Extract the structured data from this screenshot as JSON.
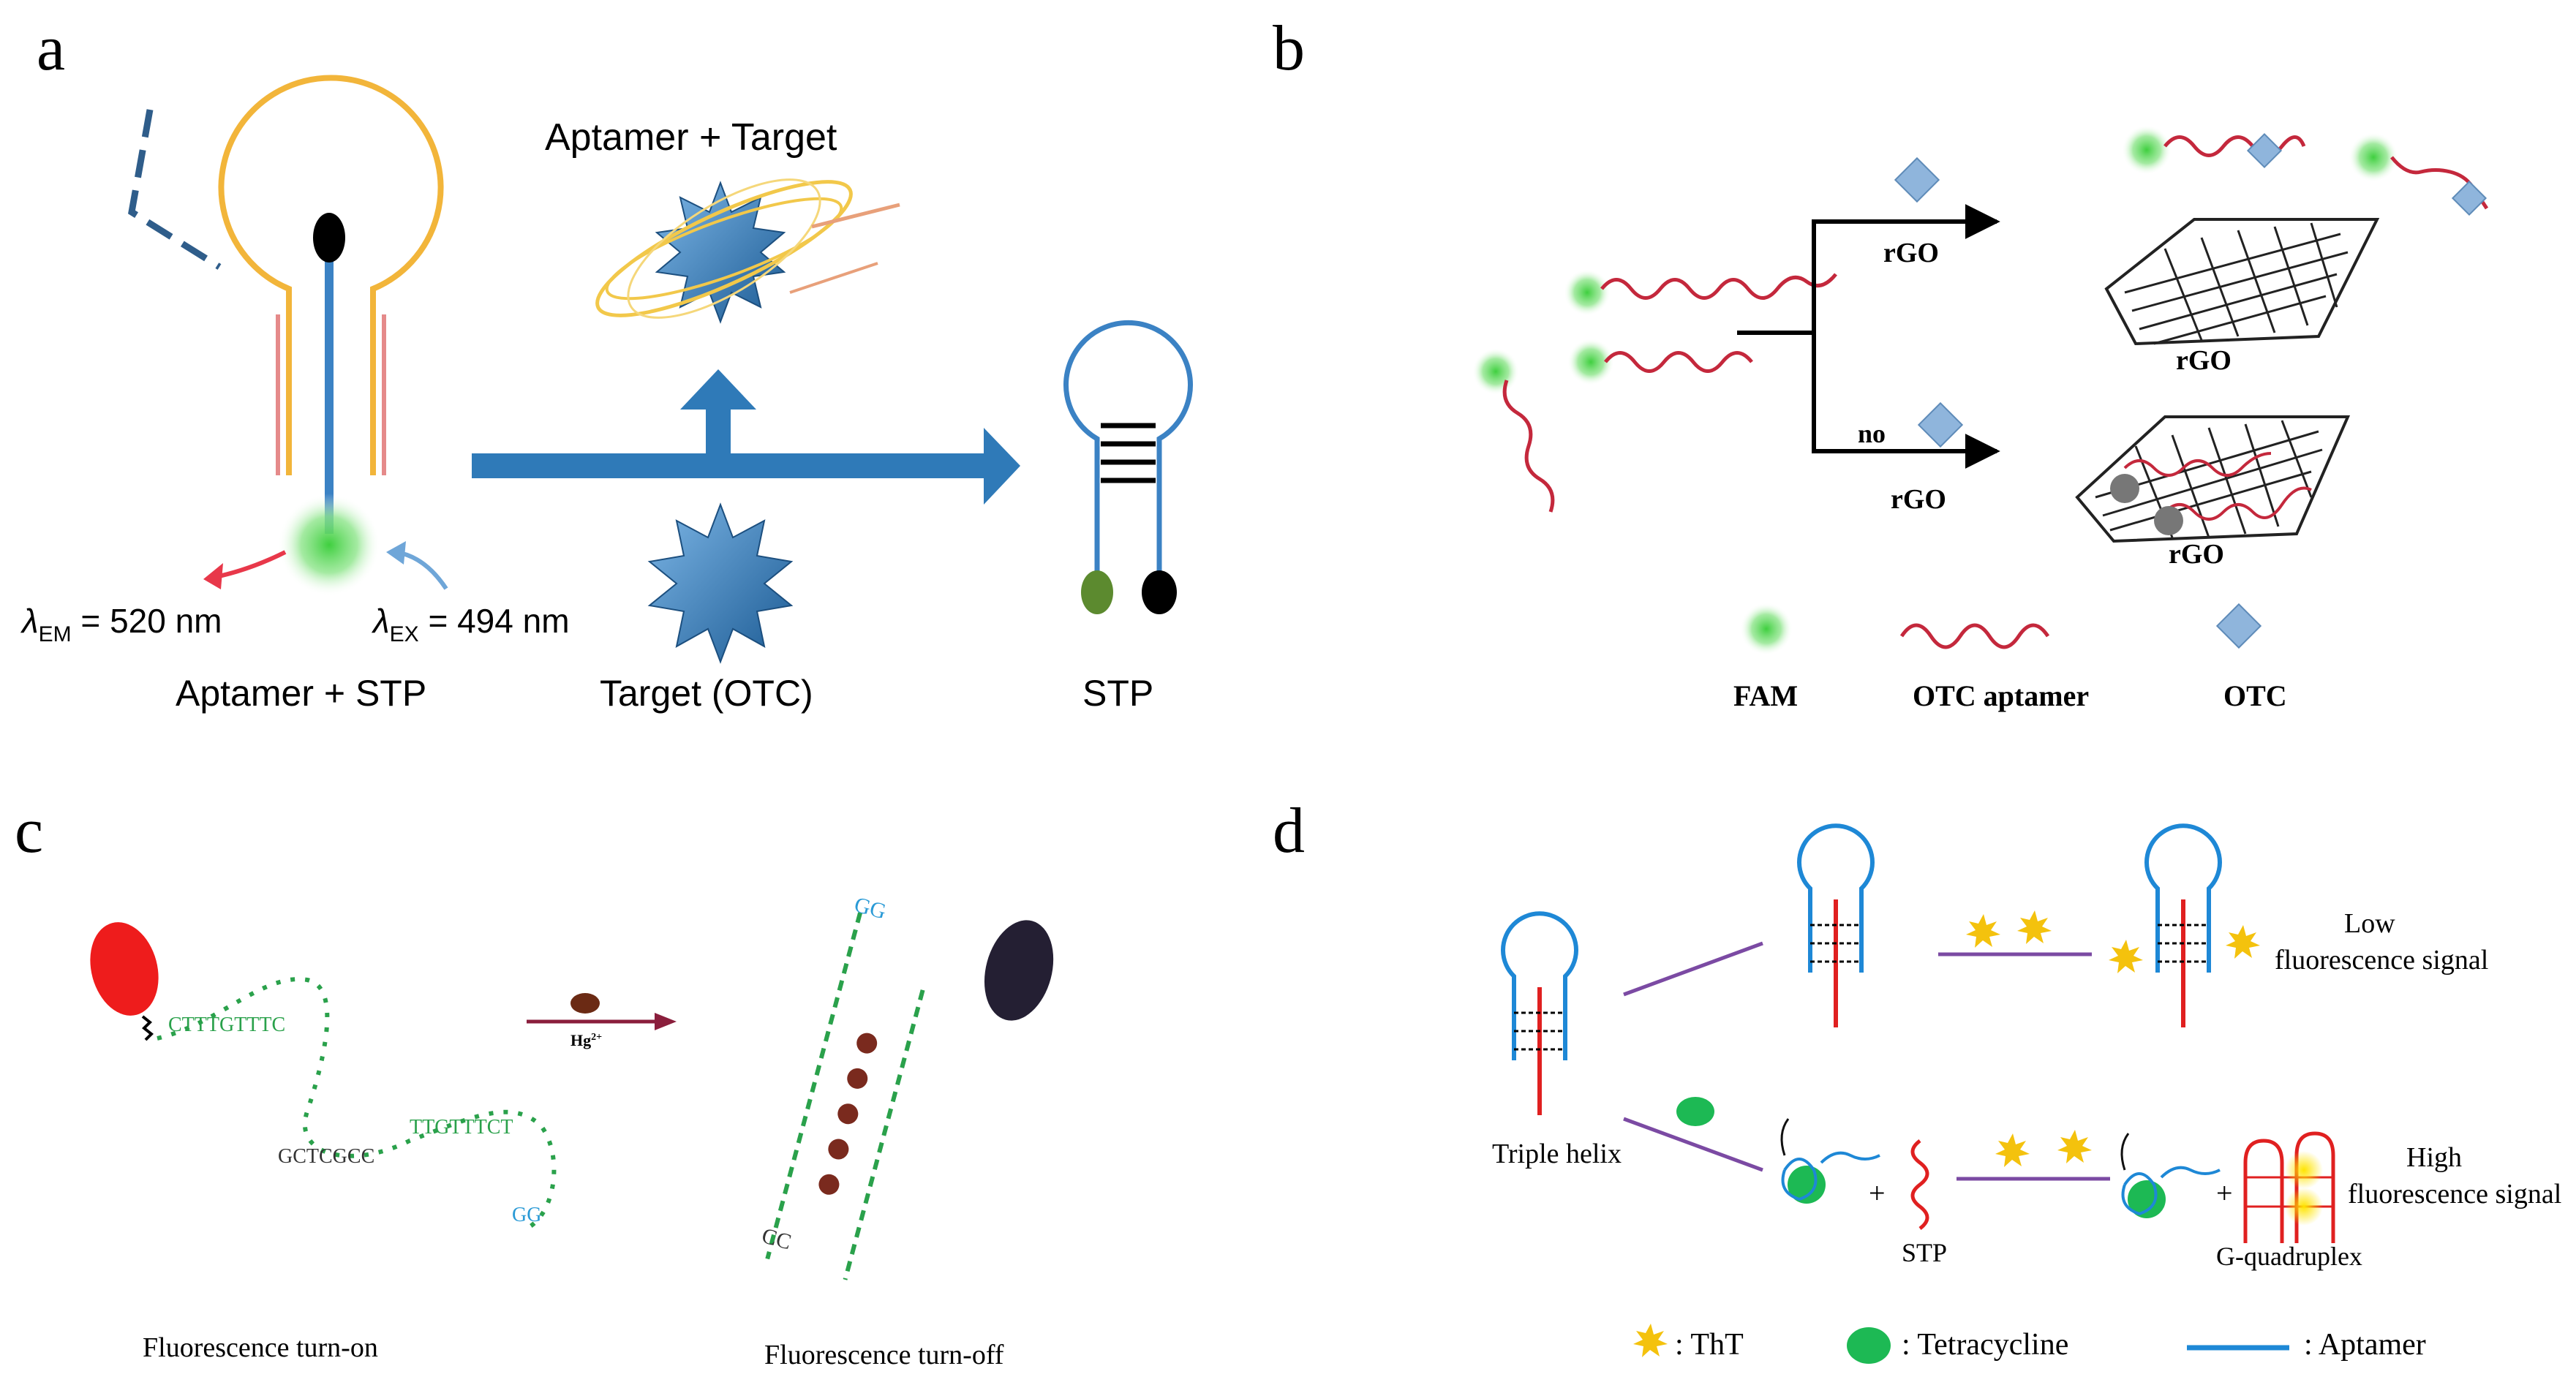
{
  "panels": {
    "a": {
      "letter": "a",
      "top_label": "Aptamer + Target",
      "em_label": "EM",
      "em_value": " = 520 nm",
      "ex_label": "EX",
      "ex_value": " = 494 nm",
      "lambda": "λ",
      "caption_left": "Aptamer + STP",
      "caption_mid": "Target (OTC)",
      "caption_right": "STP"
    },
    "b": {
      "letter": "b",
      "rgo_top_arrow": "rGO",
      "no_label": "no",
      "rgo_bottom_arrow": "rGO",
      "rgo_sheet_top": "rGO",
      "rgo_sheet_bottom": "rGO",
      "legend": [
        "FAM",
        "OTC aptamer",
        "OTC"
      ]
    },
    "c": {
      "letter": "c",
      "hg_label": "Hg",
      "hg_sup": "2+",
      "caption_left": "Fluorescence turn-on",
      "caption_right": "Fluorescence turn-off"
    },
    "d": {
      "letter": "d",
      "triple_helix": "Triple helix",
      "low_signal_1": "Low",
      "low_signal_2": "fluorescence signal",
      "high_signal_1": "High",
      "high_signal_2": "fluorescence signal",
      "stp": "STP",
      "g_quadruplex": "G-quadruplex",
      "plus": "+",
      "legend": [
        ": ThT",
        ": Tetracycline",
        ": Aptamer"
      ]
    }
  },
  "colors": {
    "loop_yellow": "#f2b53a",
    "strand_blue": "#3b82c4",
    "arrow_blue": "#2f7ab8",
    "fam_green": "#5fd35a",
    "aptamer_red": "#c4283c",
    "otc_blue": "#8fb5dc",
    "purple_line": "#7b4aa3",
    "tht_yellow": "#f4c20d",
    "tet_green": "#1db954",
    "hg_brown": "#6b2a14"
  }
}
